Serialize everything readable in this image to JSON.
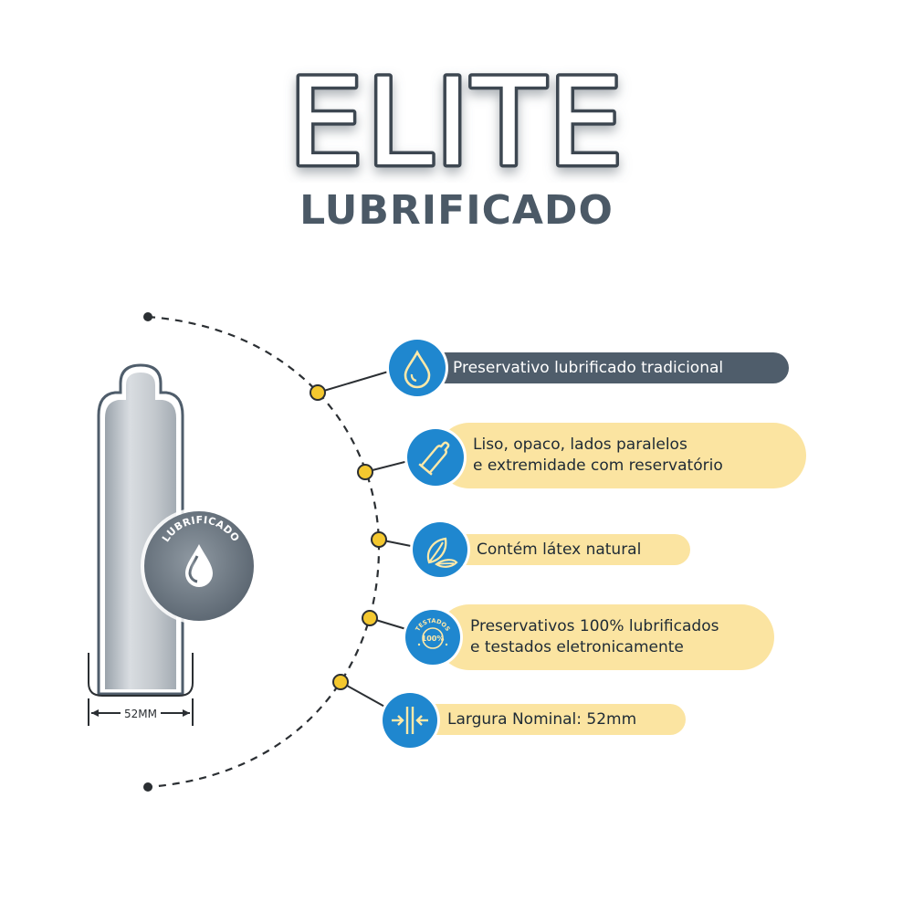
{
  "header": {
    "brand": "ELITE",
    "subtitle": "LUBRIFICADO"
  },
  "product": {
    "badge_label": "LUBRIFICADO",
    "width_label": "52MM"
  },
  "features": [
    {
      "line1": "Preservativo lubrificado tradicional",
      "line2": "",
      "icon": "water-drop-icon",
      "style": "dark"
    },
    {
      "line1": "Liso, opaco, lados paralelos",
      "line2": "e extremidade com reservatório",
      "icon": "condom-icon",
      "style": "yellow"
    },
    {
      "line1": "Contém látex natural",
      "line2": "",
      "icon": "leaf-icon",
      "style": "yellow"
    },
    {
      "line1": "Preservativos 100% lubrificados",
      "line2": "e testados eletronicamente",
      "icon": "tested-seal-icon",
      "style": "yellow"
    },
    {
      "line1": "Largura Nominal: 52mm",
      "line2": "",
      "icon": "width-arrows-icon",
      "style": "yellow"
    }
  ],
  "seal": {
    "top_text": "TESTADOS",
    "center_text": "100%"
  },
  "colors": {
    "accent_blue": "#1f87cf",
    "dark_slate": "#4f5d6b",
    "pill_yellow": "#fbe4a1",
    "dot_yellow": "#f4c82f"
  }
}
